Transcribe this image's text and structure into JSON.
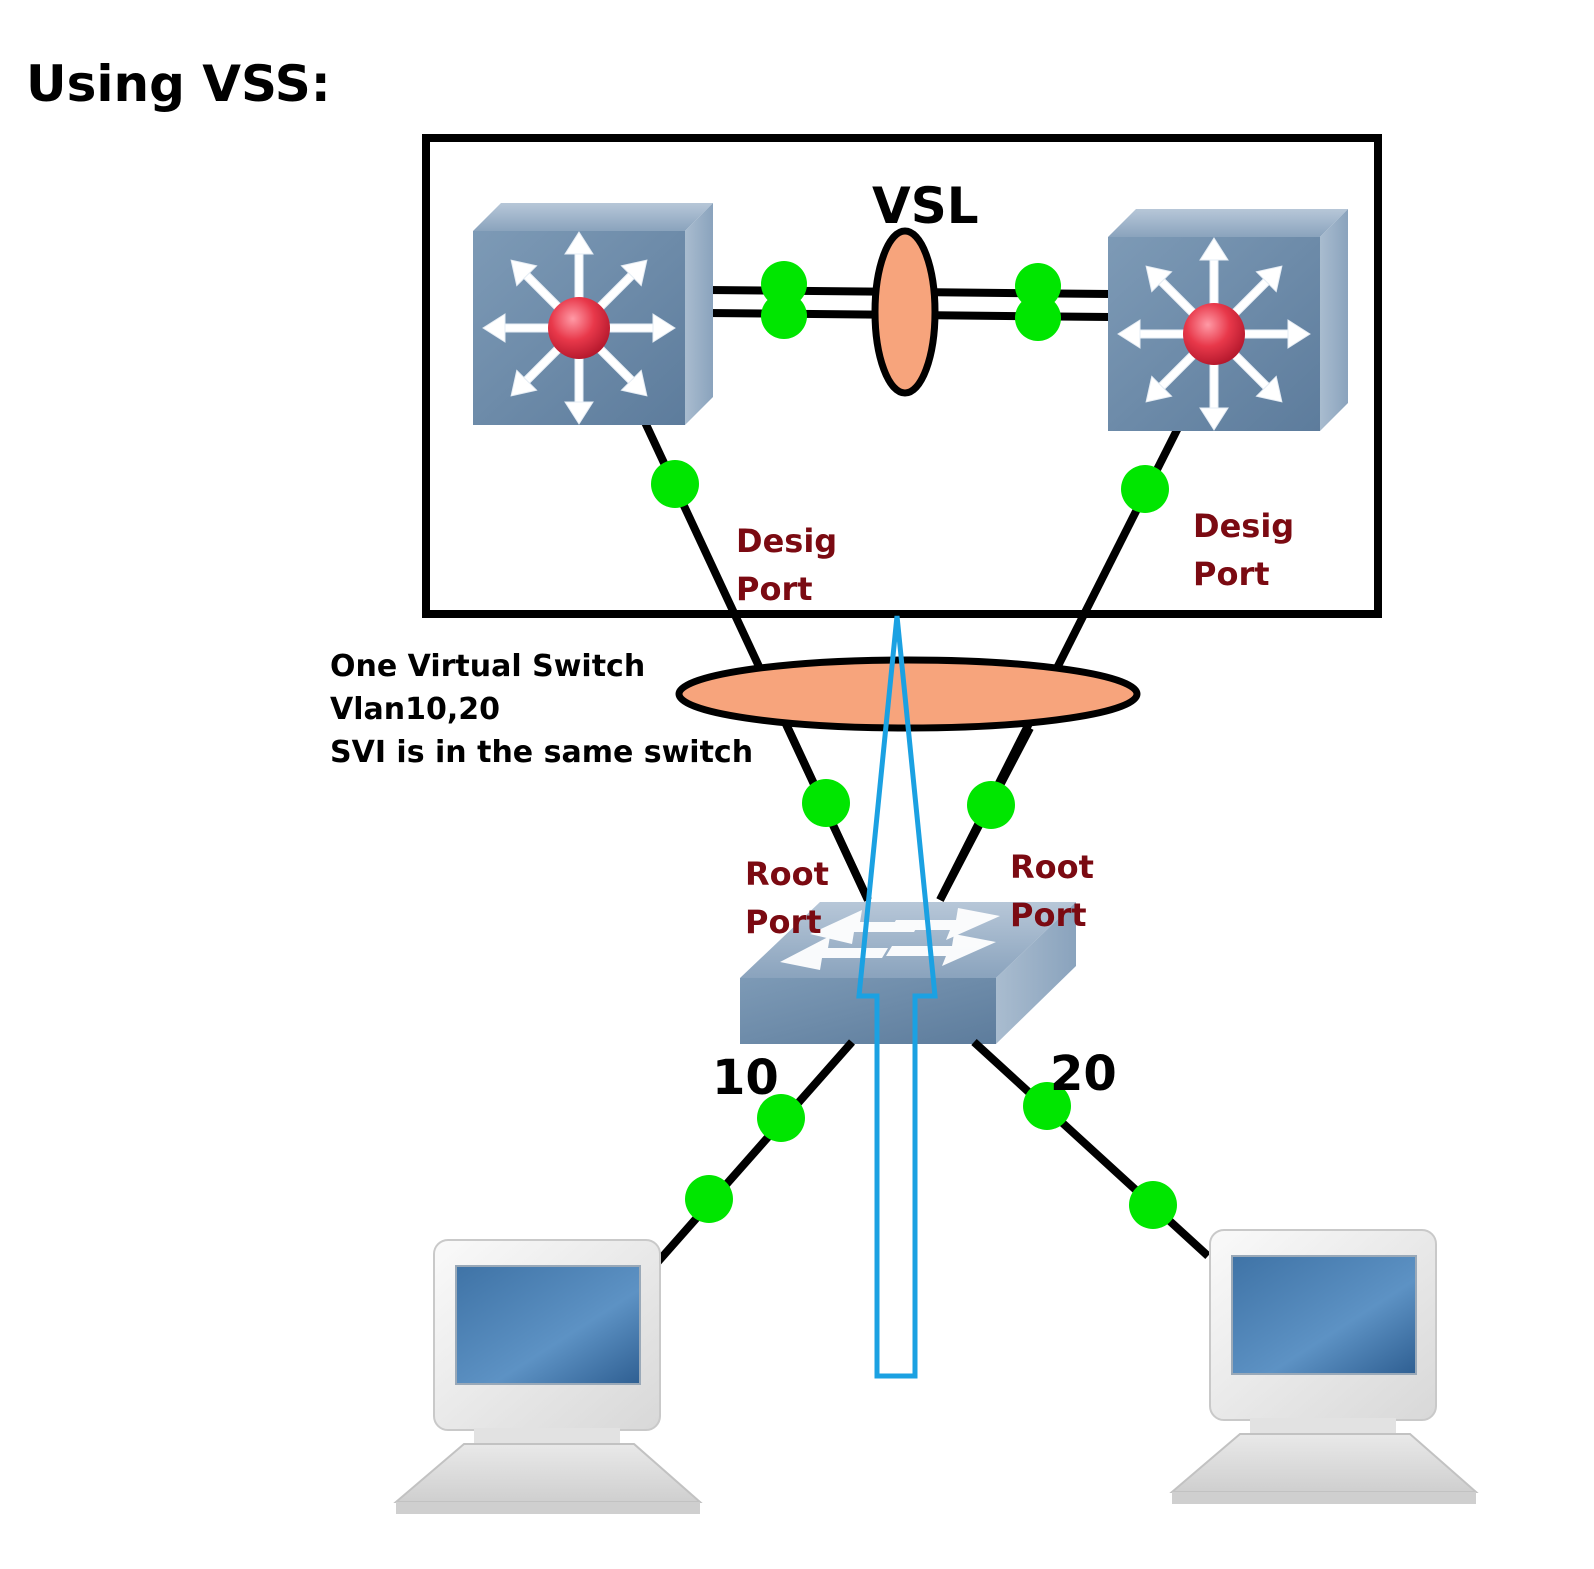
{
  "title": "Using VSS:",
  "vsl_label": "VSL",
  "note": {
    "line1": "One Virtual Switch",
    "line2": "Vlan10,20",
    "line3": "SVI is in the same switch"
  },
  "ports": {
    "left_upper": {
      "line1": "Desig",
      "line2": "Port"
    },
    "right_upper": {
      "line1": "Desig",
      "line2": "Port"
    },
    "left_lower": {
      "line1": "Root",
      "line2": "Port"
    },
    "right_lower": {
      "line1": "Root",
      "line2": "Port"
    }
  },
  "vlans": {
    "left": "10",
    "right": "20"
  },
  "colors": {
    "port_label": "#7b0a12",
    "link_dot": "#00e600",
    "etherchannel": "#f7a47c",
    "arrow": "#1ba1e2",
    "switch_body": "#6f8fae"
  },
  "icons": [
    "multilayer-switch-icon",
    "access-switch-icon",
    "workstation-icon"
  ]
}
